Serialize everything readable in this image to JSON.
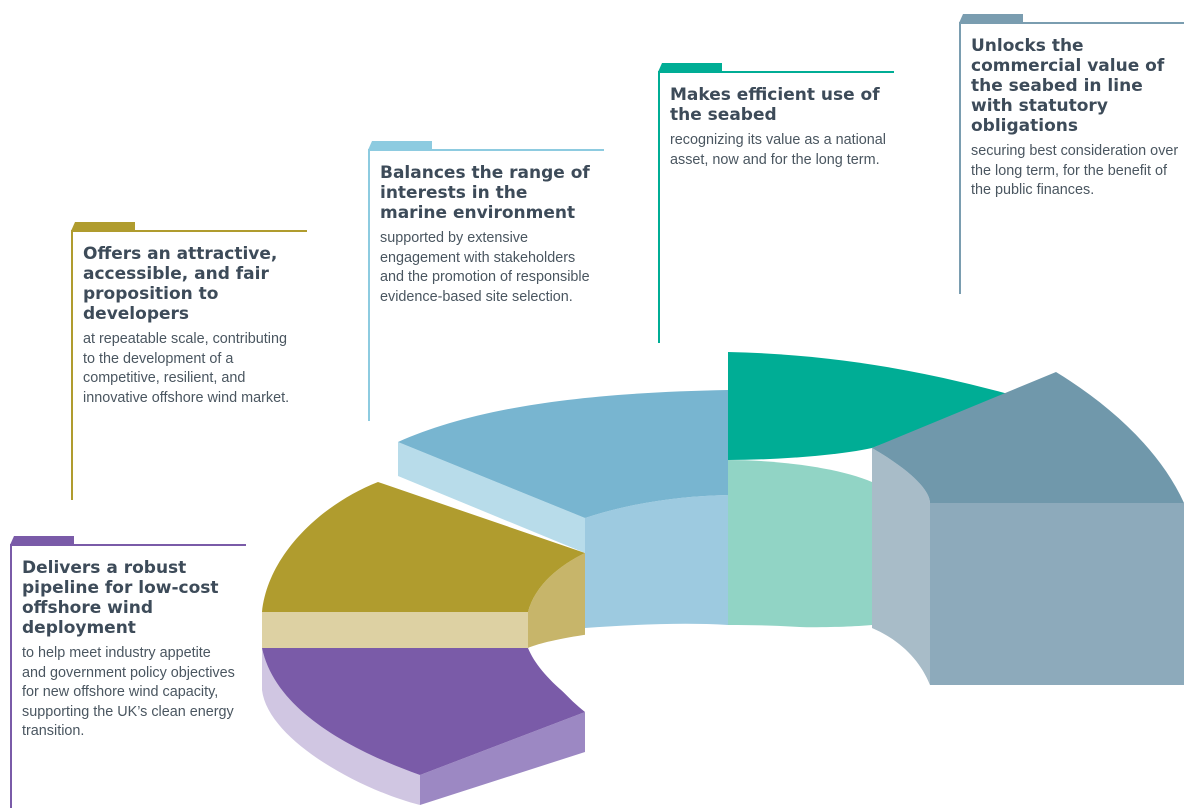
{
  "callouts": [
    {
      "id": "purple",
      "title": "Delivers a robust pipeline for low-cost offshore wind deployment",
      "body": "to help meet industry appetite and government policy objectives for new offshore wind capacity, supporting the UK’s clean energy transition.",
      "color": "#7a5ba8"
    },
    {
      "id": "olive",
      "title": "Offers an attractive, accessible, and fair proposition to developers",
      "body": "at repeatable scale, contributing to the development of a competitive, resilient, and innovative offshore wind market.",
      "color": "#b09c2e"
    },
    {
      "id": "lightblue",
      "title": "Balances the range of interests in the marine environment",
      "body": "supported by extensive engagement with stakeholders and the promotion of responsible evidence-based site selection.",
      "color": "#8dcbe0"
    },
    {
      "id": "teal",
      "title": "Makes efficient use of the seabed",
      "body": "recognizing its value as a national asset, now and for the long term.",
      "color": "#00ad95"
    },
    {
      "id": "slate",
      "title": "Unlocks the commercial value of the seabed in line with statutory obligations",
      "body": "securing best consideration over the long term, for the benefit of the public finances.",
      "color": "#7a9db0"
    }
  ],
  "ring_segments": [
    {
      "name": "purple",
      "top": "#7a5ba8",
      "side": "#9c88c3",
      "face": "#d0c6e2"
    },
    {
      "name": "olive",
      "top": "#b09c2e",
      "side": "#c7b56a",
      "face": "#ddd1a3"
    },
    {
      "name": "lightblue",
      "top": "#78b5d0",
      "side": "#9dcae0",
      "face": "#b8dcea"
    },
    {
      "name": "teal",
      "top": "#00ad95",
      "side": "#91d4c5",
      "face": "#91d4c5"
    },
    {
      "name": "slate",
      "top": "#7098ab",
      "side": "#8daabb",
      "face": "#a8bcc8"
    }
  ]
}
